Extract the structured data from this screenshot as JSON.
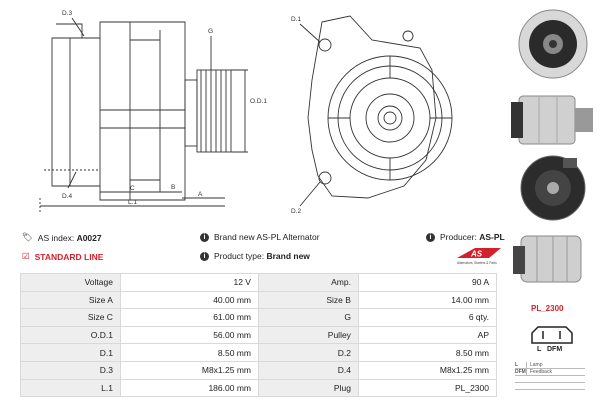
{
  "drawing": {
    "labels": {
      "d3": "D.3",
      "g": "G",
      "od1": "O.D.1",
      "c": "C",
      "b": "B",
      "a": "A",
      "l1": "L.1",
      "d4": "D.4",
      "d1": "D.1",
      "d2": "D.2"
    }
  },
  "info": {
    "as_index_label": "AS index:",
    "as_index_value": "A0027",
    "description": "Brand new AS-PL Alternator",
    "producer_label": "Producer:",
    "producer_value": "AS-PL",
    "standard_line": "STANDARD LINE",
    "product_type_label": "Product type:",
    "product_type_value": "Brand new"
  },
  "logo": {
    "text": "AS",
    "tagline": "Alternators, Starters & Parts"
  },
  "specs": [
    {
      "l1": "Voltage",
      "v1": "12 V",
      "l2": "Amp.",
      "v2": "90 A"
    },
    {
      "l1": "Size A",
      "v1": "40.00 mm",
      "l2": "Size B",
      "v2": "14.00 mm"
    },
    {
      "l1": "Size C",
      "v1": "61.00 mm",
      "l2": "G",
      "v2": "6 qty."
    },
    {
      "l1": "O.D.1",
      "v1": "56.00 mm",
      "l2": "Pulley",
      "v2": "AP"
    },
    {
      "l1": "D.1",
      "v1": "8.50 mm",
      "l2": "D.2",
      "v2": "8.50 mm"
    },
    {
      "l1": "D.3",
      "v1": "M8x1.25 mm",
      "l2": "D.4",
      "v2": "M8x1.25 mm"
    },
    {
      "l1": "L.1",
      "v1": "186.00 mm",
      "l2": "Plug",
      "v2": "PL_2300"
    }
  ],
  "plug": {
    "code": "PL_2300",
    "pin_l": "L",
    "pin_dfm": "DFM",
    "legend": [
      {
        "key": "L",
        "desc": "Lamp"
      },
      {
        "key": "DFM",
        "desc": "Feedback"
      }
    ]
  },
  "colors": {
    "accent": "#d4202c",
    "table_label_bg": "#eeeeee",
    "border": "#d9d9d9"
  }
}
